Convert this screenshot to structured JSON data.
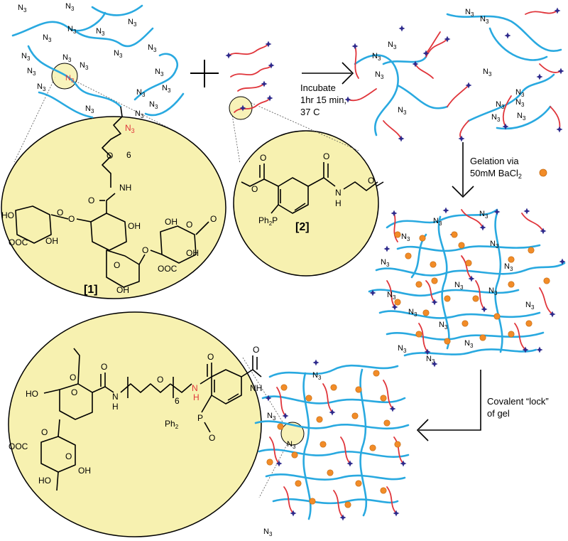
{
  "labels": {
    "incubate_1": "Incubate",
    "incubate_2": "1hr 15 min,",
    "incubate_3": "37 C",
    "gelation_1": "Gelation via",
    "gelation_2": "50mM BaCl",
    "gelation_sub": "2",
    "covalent_1": "Covalent “lock”",
    "covalent_2": "of gel",
    "plus": "+",
    "compound1": "[1]",
    "compound2": "[2]"
  },
  "atoms": {
    "azide": "N",
    "azide_sub": "3",
    "nh": "NH",
    "h": "H",
    "n": "N",
    "o": "O",
    "oh": "OH",
    "ho": "HO",
    "ooc": "OOC",
    "ph2p": "Ph",
    "ph2p_sub": "2",
    "ph2p_tail": "P",
    "ph2_label": "Ph",
    "six": "6"
  },
  "colors": {
    "alginate": "#29a9e0",
    "peg_linker": "#e0353b",
    "phosphine_marker": "#2e2a8c",
    "barium_ion": "#f28c28",
    "zoom_circle": "#f7f1b0",
    "azide_highlight": "#e0353b"
  },
  "icons": {
    "plus": "plus-icon",
    "arrow": "arrow-icon",
    "barium": "barium-ion-icon",
    "phosphine": "phosphine-star-icon"
  }
}
